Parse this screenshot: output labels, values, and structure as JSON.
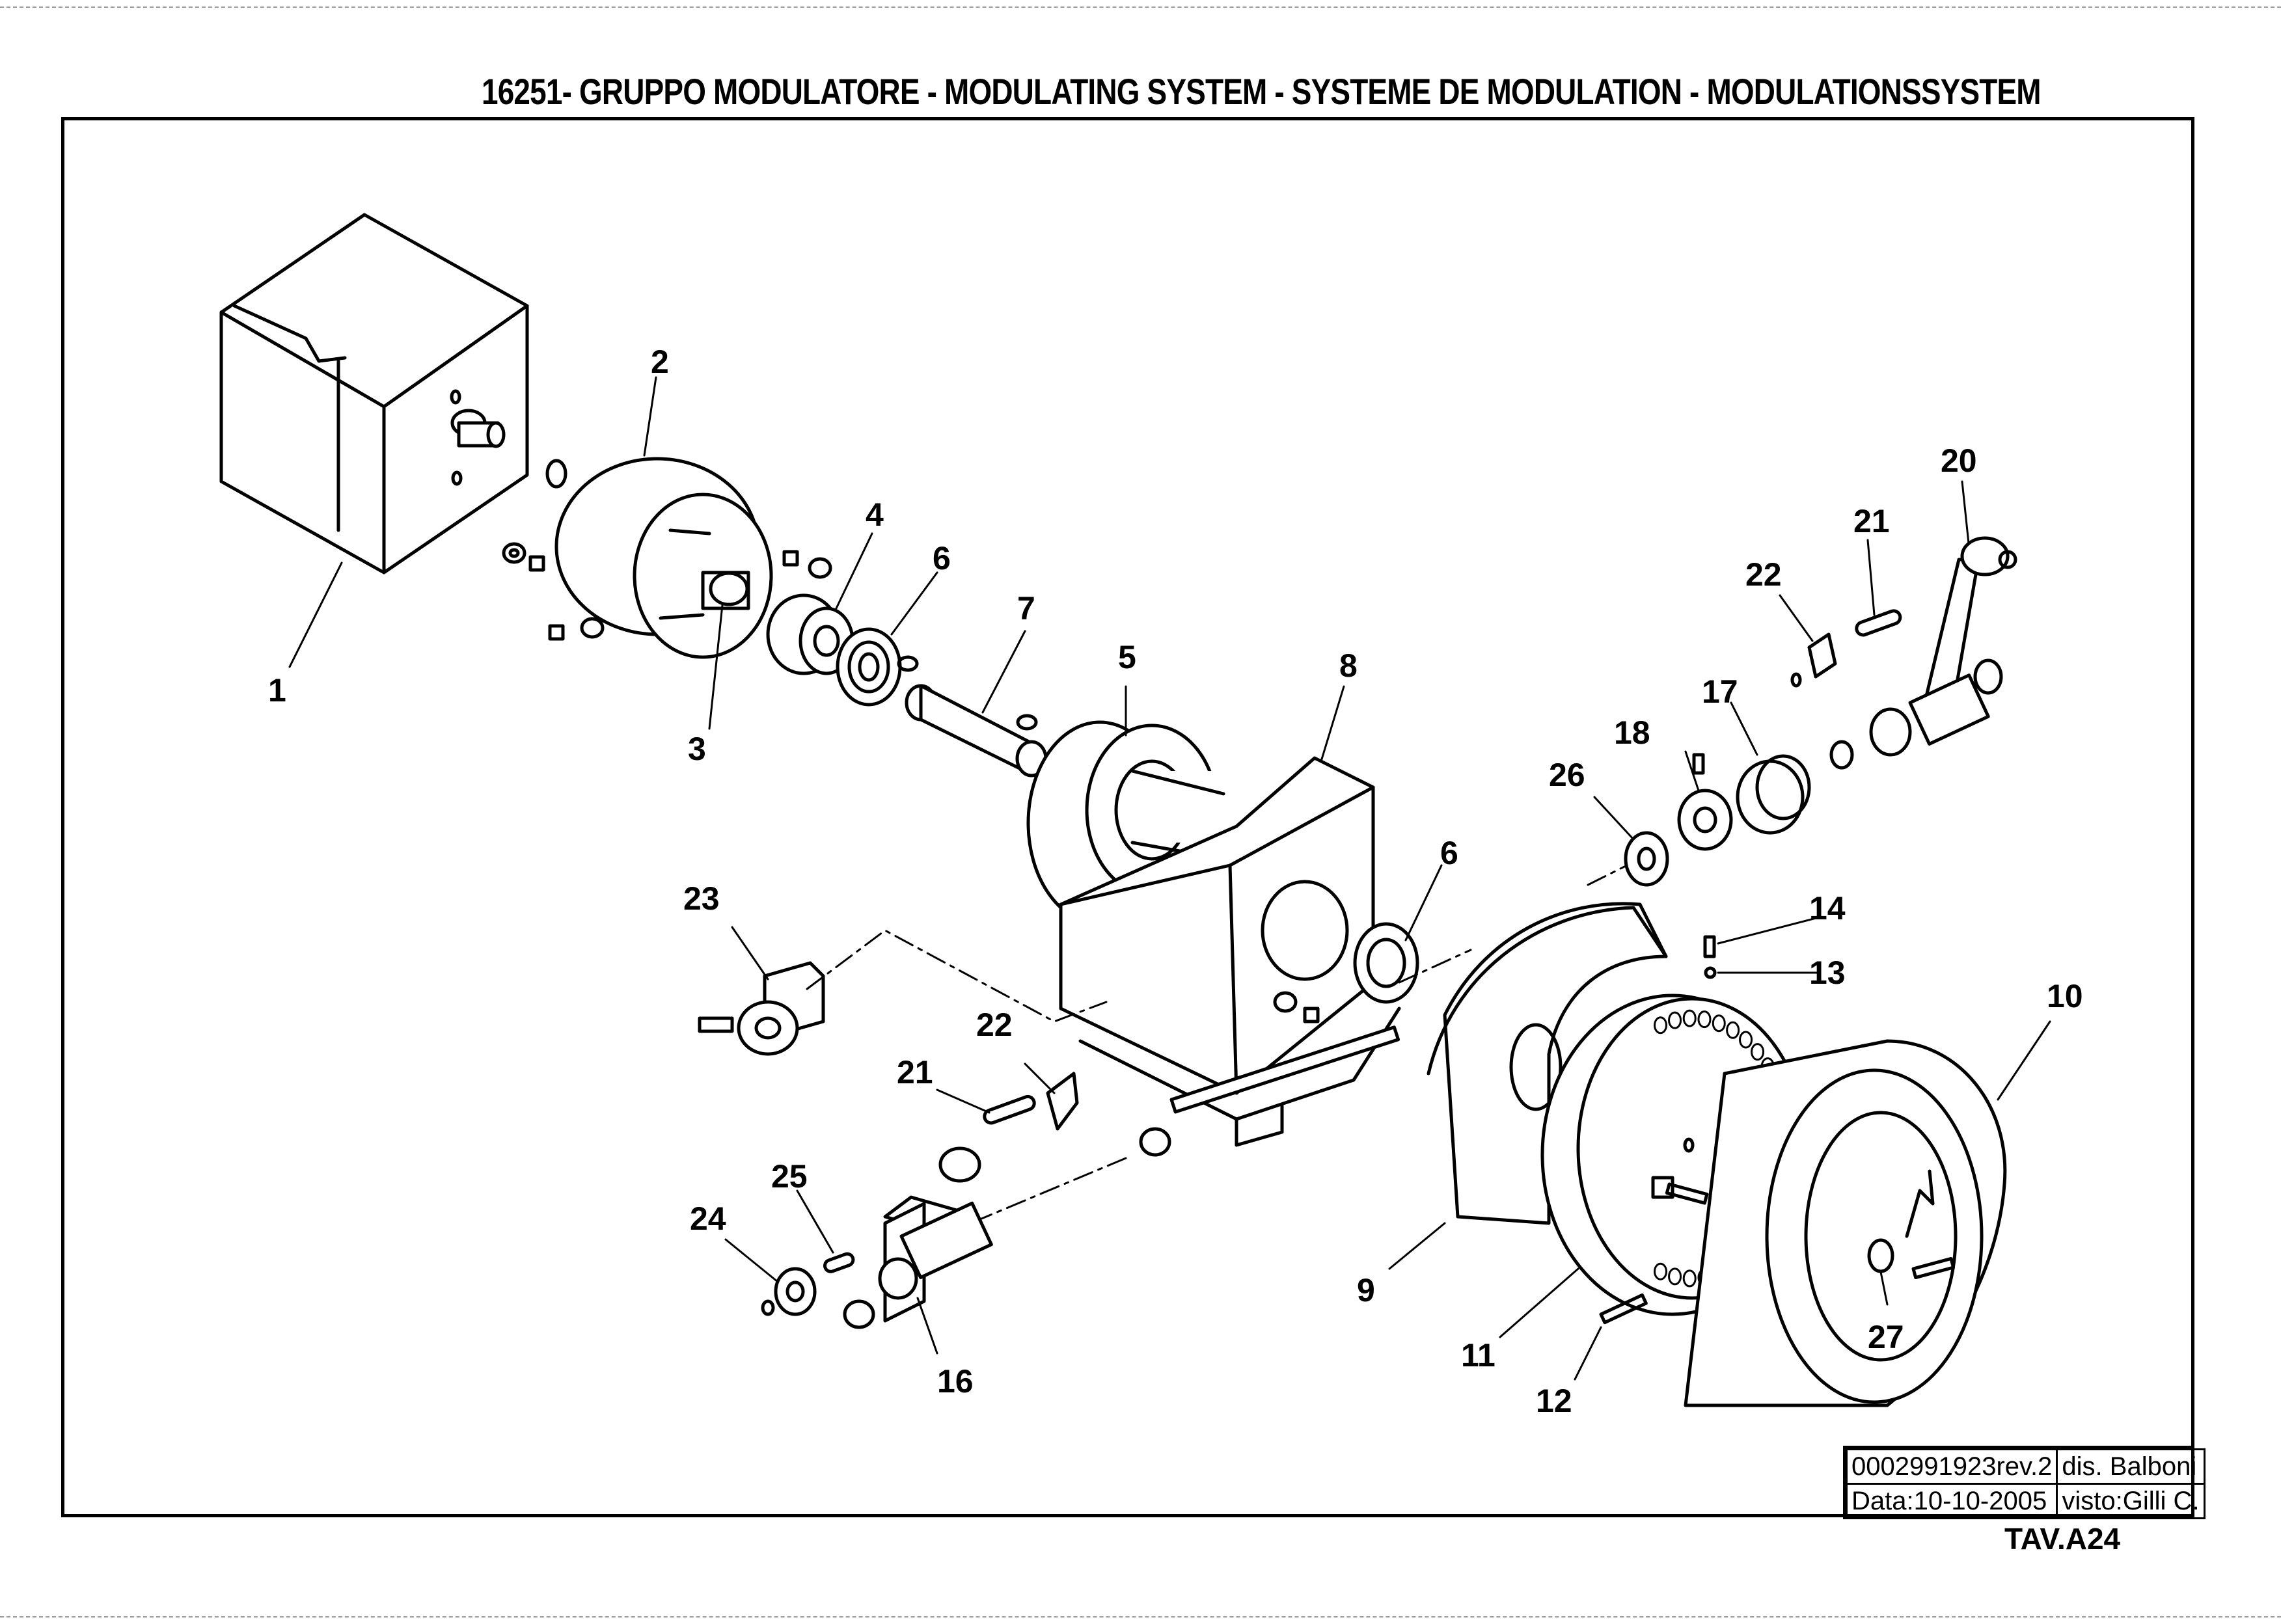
{
  "title": "16251- GRUPPO MODULATORE - MODULATING SYSTEM - SYSTEME DE MODULATION - MODULATIONSSYSTEM",
  "callouts": [
    "1",
    "2",
    "3",
    "4",
    "5",
    "6",
    "6",
    "7",
    "8",
    "9",
    "10",
    "11",
    "12",
    "13",
    "14",
    "16",
    "17",
    "18",
    "20",
    "21",
    "21",
    "22",
    "22",
    "23",
    "24",
    "25",
    "26",
    "27"
  ],
  "title_block": {
    "drawing_number": "0002991923rev.2",
    "drawn_by": "dis. Balboni",
    "date": "Data:10-10-2005",
    "checked_by": "visto:Gilli C."
  },
  "sheet": "TAV.A24"
}
